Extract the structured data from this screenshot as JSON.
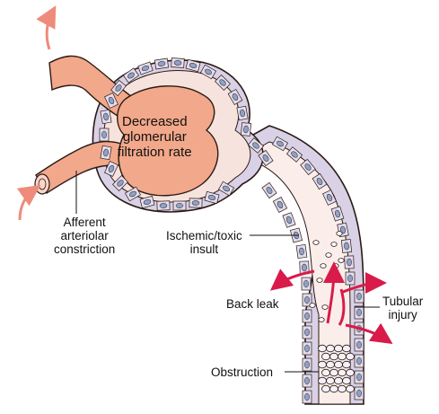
{
  "labels": {
    "center": [
      "Decreased",
      "glomerular",
      "filtration rate"
    ],
    "afferent": [
      "Afferent",
      "arteriolar",
      "constriction"
    ],
    "ischemic": [
      "Ischemic/toxic",
      "insult"
    ],
    "back_leak": "Back leak",
    "tubular": [
      "Tubular",
      "injury"
    ],
    "obstruction": "Obstruction"
  },
  "colors": {
    "vessel": "#f2a88a",
    "vessel_outline": "#2a1a14",
    "capsule_space": "#f7e3dd",
    "tubule_lumen": "#fbeeea",
    "cell_nucleus": "#8ea2c8",
    "cell_body": "#e4dcec",
    "arrow": "#d81b4a",
    "arrow_light": "#ef8b7a"
  }
}
